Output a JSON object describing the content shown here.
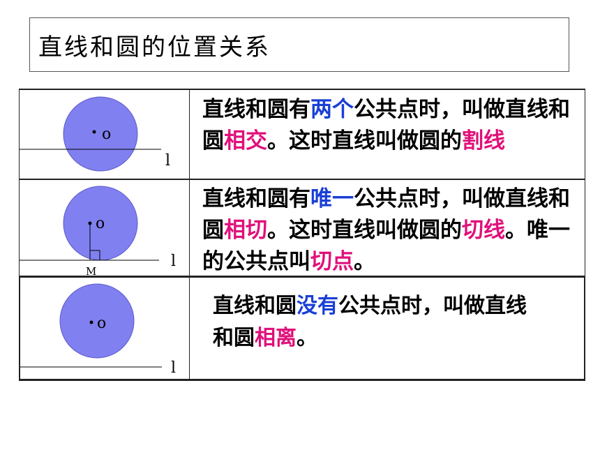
{
  "title": "直线和圆的位置关系",
  "rows": [
    {
      "parts": [
        "直线和圆有",
        "两个",
        "公共点时，叫做直线和圆",
        "相交",
        "。这时直线叫做圆的",
        "割线"
      ],
      "center_label": "o",
      "line_label": "l"
    },
    {
      "parts": [
        "直线和圆有",
        "唯一",
        "公共点时，叫做直线和圆",
        "相切",
        "。这时直线叫做圆的",
        "切线",
        "。唯一的公共点叫",
        "切点",
        "。"
      ],
      "center_label": "o",
      "line_label": "l",
      "foot_label": "M"
    },
    {
      "parts": [
        "直线和圆",
        "没有",
        "公共点时，叫做直线和圆",
        "相离",
        "。"
      ],
      "center_label": "o",
      "line_label": "l"
    }
  ],
  "colors": {
    "circle_fill": "#8080f0",
    "circle_stroke": "#5a5ac8",
    "keyword_blue": "#1a3fd6",
    "keyword_pink": "#e0107a"
  }
}
